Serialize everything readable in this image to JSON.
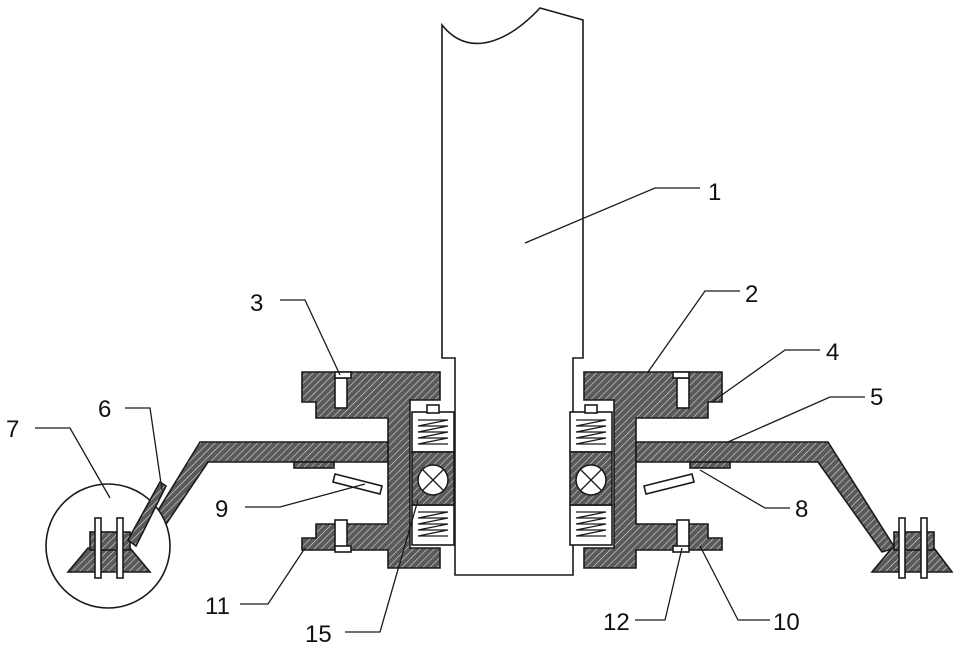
{
  "callouts": [
    {
      "label": "1"
    },
    {
      "label": "2"
    },
    {
      "label": "3"
    },
    {
      "label": "4"
    },
    {
      "label": "5"
    },
    {
      "label": "6"
    },
    {
      "label": "7"
    },
    {
      "label": "8"
    },
    {
      "label": "9"
    },
    {
      "label": "10"
    },
    {
      "label": "11"
    },
    {
      "label": "12"
    },
    {
      "label": "15"
    }
  ],
  "colors": {
    "stroke": "#1a1a1a",
    "hatch_fill": "#5a5a5a",
    "background": "#ffffff"
  }
}
